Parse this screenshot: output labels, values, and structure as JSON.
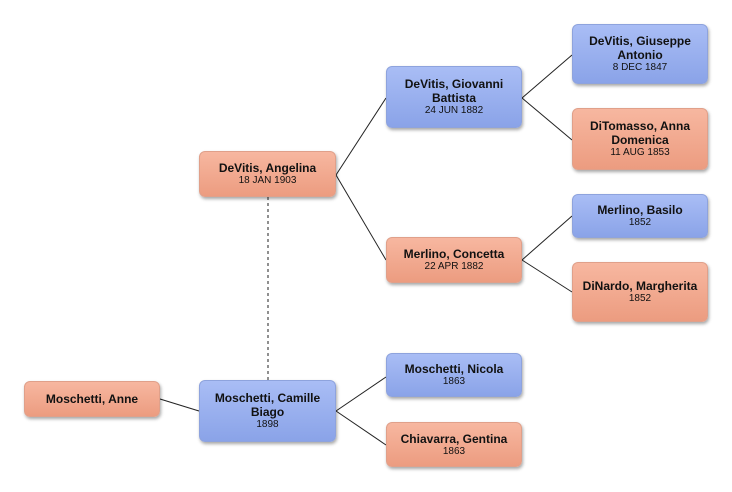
{
  "people": {
    "anne": {
      "name": "Moschetti, Anne",
      "date": ""
    },
    "camille": {
      "name": "Moschetti, Camille Biago",
      "date": "1898"
    },
    "angelina": {
      "name": "DeVitis, Angelina",
      "date": "18 JAN 1903"
    },
    "giovanni": {
      "name": "DeVitis, Giovanni Battista",
      "date": "24 JUN 1882"
    },
    "concetta": {
      "name": "Merlino, Concetta",
      "date": "22 APR 1882"
    },
    "giuseppe": {
      "name": "DeVitis, Giuseppe Antonio",
      "date": "8 DEC 1847"
    },
    "anna": {
      "name": "DiTomasso, Anna Domenica",
      "date": "11 AUG 1853"
    },
    "basilo": {
      "name": "Merlino, Basilo",
      "date": "1852"
    },
    "margherita": {
      "name": "DiNardo, Margherita",
      "date": "1852"
    },
    "nicola": {
      "name": "Moschetti, Nicola",
      "date": "1863"
    },
    "gentina": {
      "name": "Chiavarra, Gentina",
      "date": "1863"
    }
  },
  "colors": {
    "male": "#95acec",
    "female": "#f0a88e",
    "line": "#222222"
  }
}
